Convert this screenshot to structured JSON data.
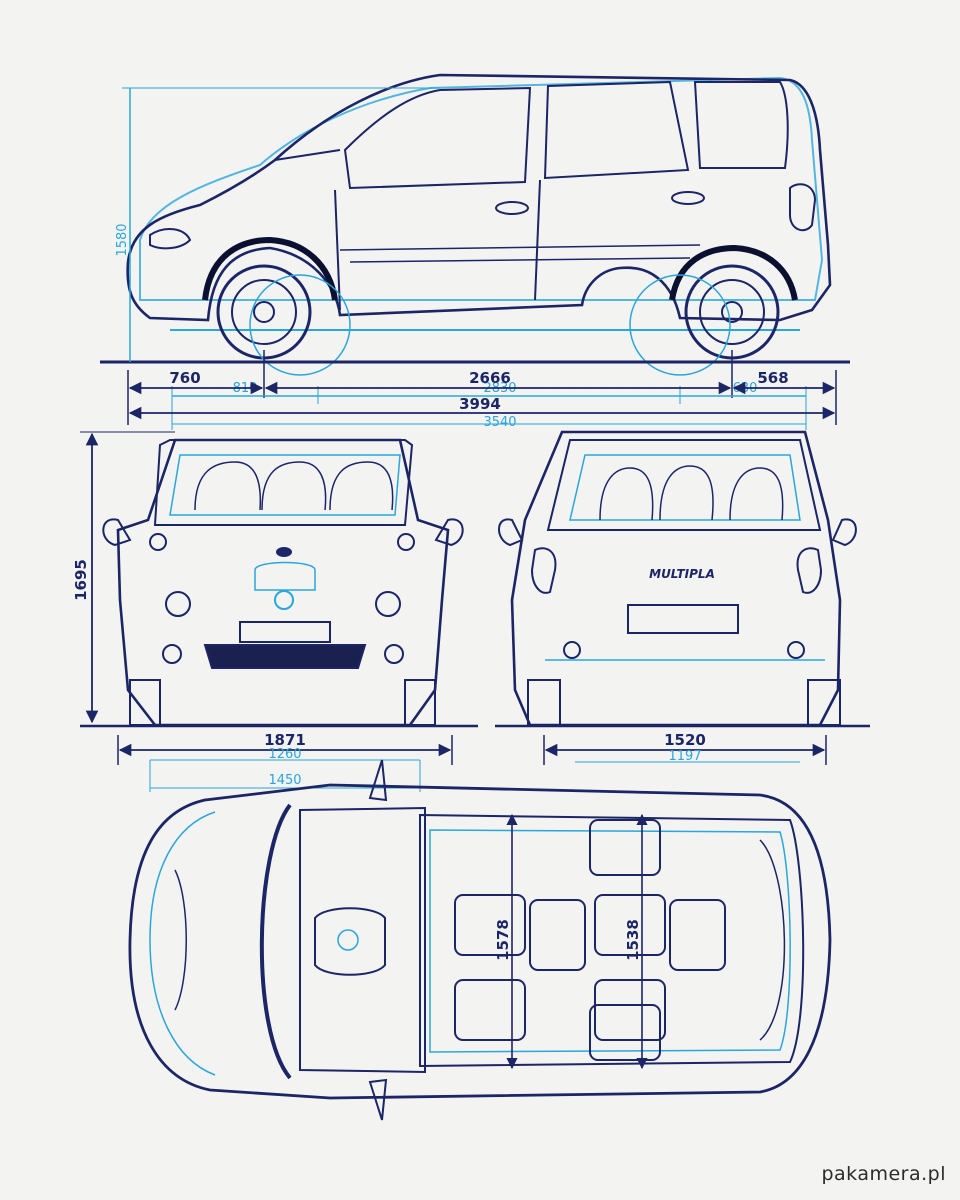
{
  "dimensions": {
    "side_height_light": "1580",
    "front_overhang": "760",
    "front_overhang_light": "810",
    "wheelbase": "2666",
    "wheelbase_light": "2830",
    "rear_overhang": "568",
    "rear_overhang_light": "630",
    "overall_length": "3994",
    "overall_length_light": "3540",
    "height": "1695",
    "front_width": "1871",
    "front_width_light": "1260",
    "front_width_light_2": "1450",
    "rear_track": "1520",
    "rear_track_light": "1197",
    "interior_width_front": "1578",
    "interior_width_rear": "1538"
  },
  "rear_badge": "MULTIPLA",
  "watermark": "pakamera.pl",
  "colors": {
    "dark_line": "#1c2566",
    "light_line": "#2aa6dc",
    "paper": "#f3f3f1"
  }
}
